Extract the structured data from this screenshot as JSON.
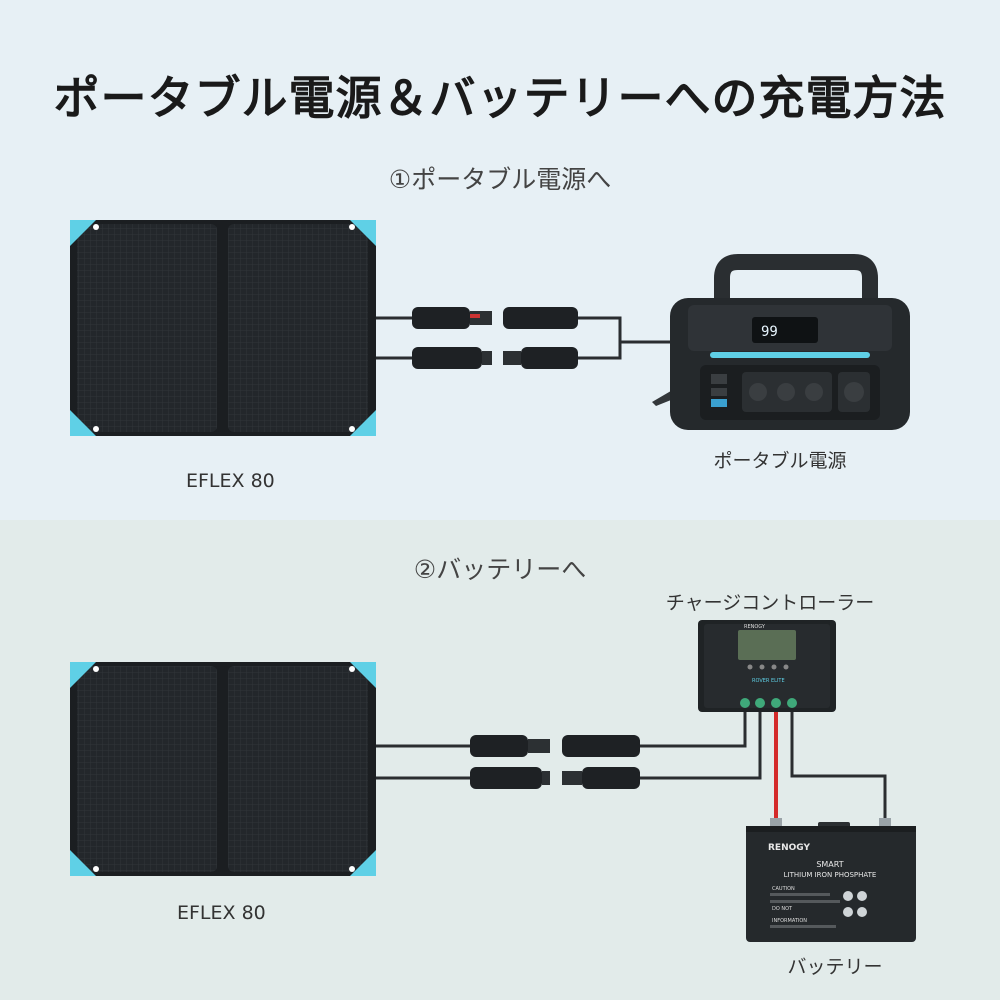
{
  "title": "ポータブル電源＆バッテリーへの充電方法",
  "section1": {
    "heading": "①ポータブル電源へ",
    "panel_label": "EFLEX 80",
    "device_label": "ポータブル電源",
    "display_value": "99"
  },
  "section2": {
    "heading": "②バッテリーへ",
    "panel_label": "EFLEX 80",
    "controller_label": "チャージコントローラー",
    "controller_brand": "RENOGY",
    "controller_model": "ROVER ELITE",
    "battery_label": "バッテリー",
    "battery_brand": "RENOGY",
    "battery_line1": "SMART",
    "battery_line2": "LITHIUM IRON PHOSPHATE",
    "battery_caution": "CAUTION",
    "battery_donot": "DO NOT",
    "battery_info": "INFORMATION"
  },
  "colors": {
    "accent": "#5fd0e6",
    "panel": "#1f2326",
    "cable_red": "#d42a2a"
  }
}
